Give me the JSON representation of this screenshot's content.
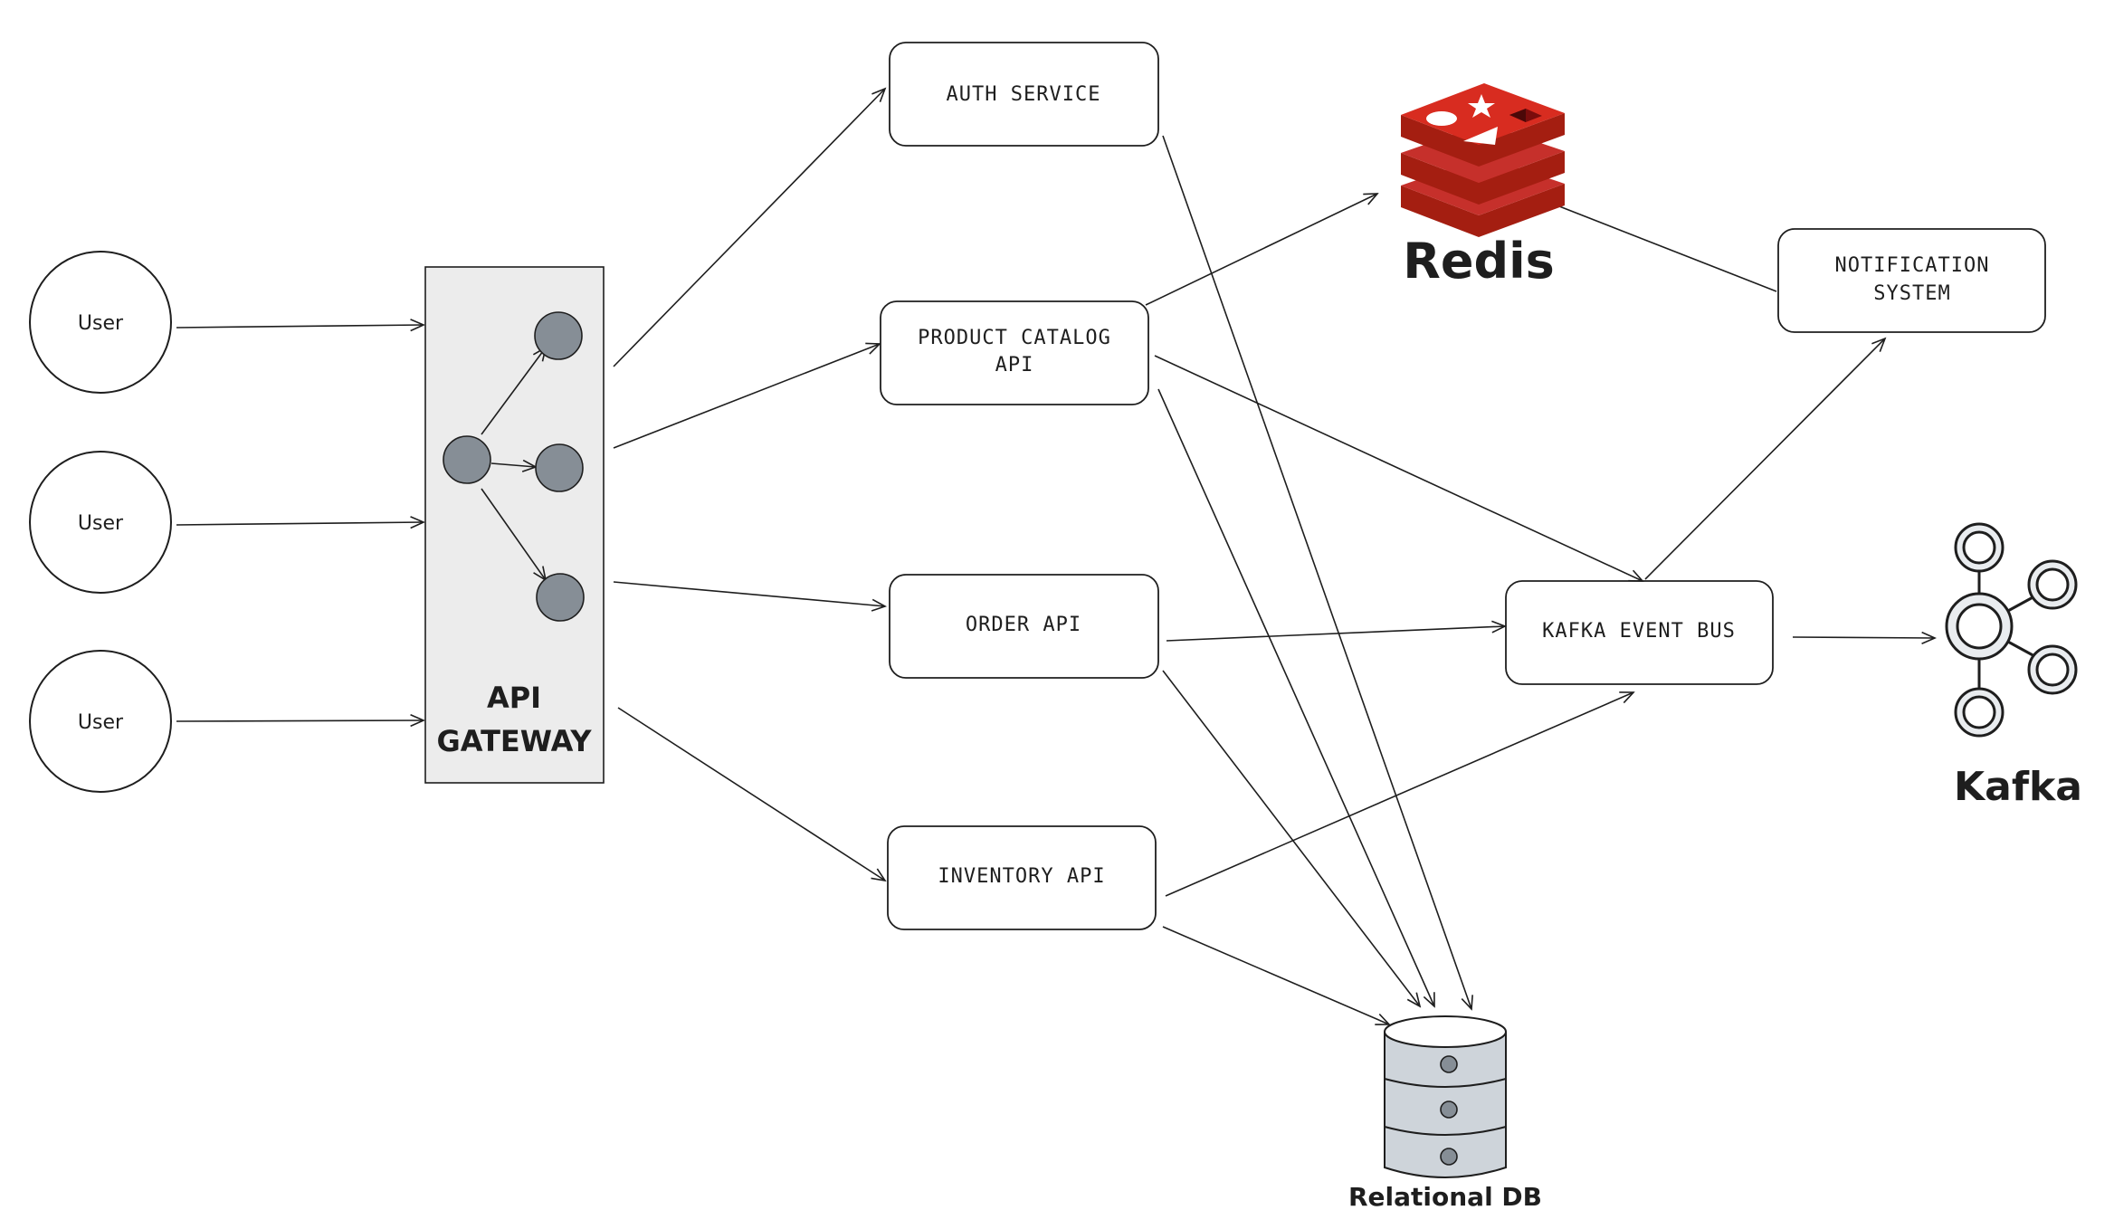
{
  "users": [
    {
      "label": "User"
    },
    {
      "label": "User"
    },
    {
      "label": "User"
    }
  ],
  "gateway": {
    "label_line1": "API",
    "label_line2": "GATEWAY"
  },
  "services": {
    "auth": {
      "label": "AUTH SERVICE"
    },
    "catalog": {
      "label_line1": "PRODUCT CATALOG",
      "label_line2": "API"
    },
    "order": {
      "label": "ORDER API"
    },
    "inventory": {
      "label": "INVENTORY API"
    },
    "kafka_bus": {
      "label": "KAFKA EVENT BUS"
    },
    "notification": {
      "label_line1": "NOTIFICATION",
      "label_line2": "SYSTEM"
    }
  },
  "logos": {
    "redis": {
      "label": "Redis",
      "icon": "redis-logo-icon",
      "color": "#c6302b"
    },
    "kafka": {
      "label": "Kafka",
      "icon": "kafka-logo-icon"
    },
    "database": {
      "label": "Relational DB",
      "icon": "database-icon"
    }
  },
  "colors": {
    "gateway_fill": "#ececec",
    "node_fill": "#868e96",
    "db_fill": "#ced4da",
    "stroke": "#1e1e1e"
  }
}
